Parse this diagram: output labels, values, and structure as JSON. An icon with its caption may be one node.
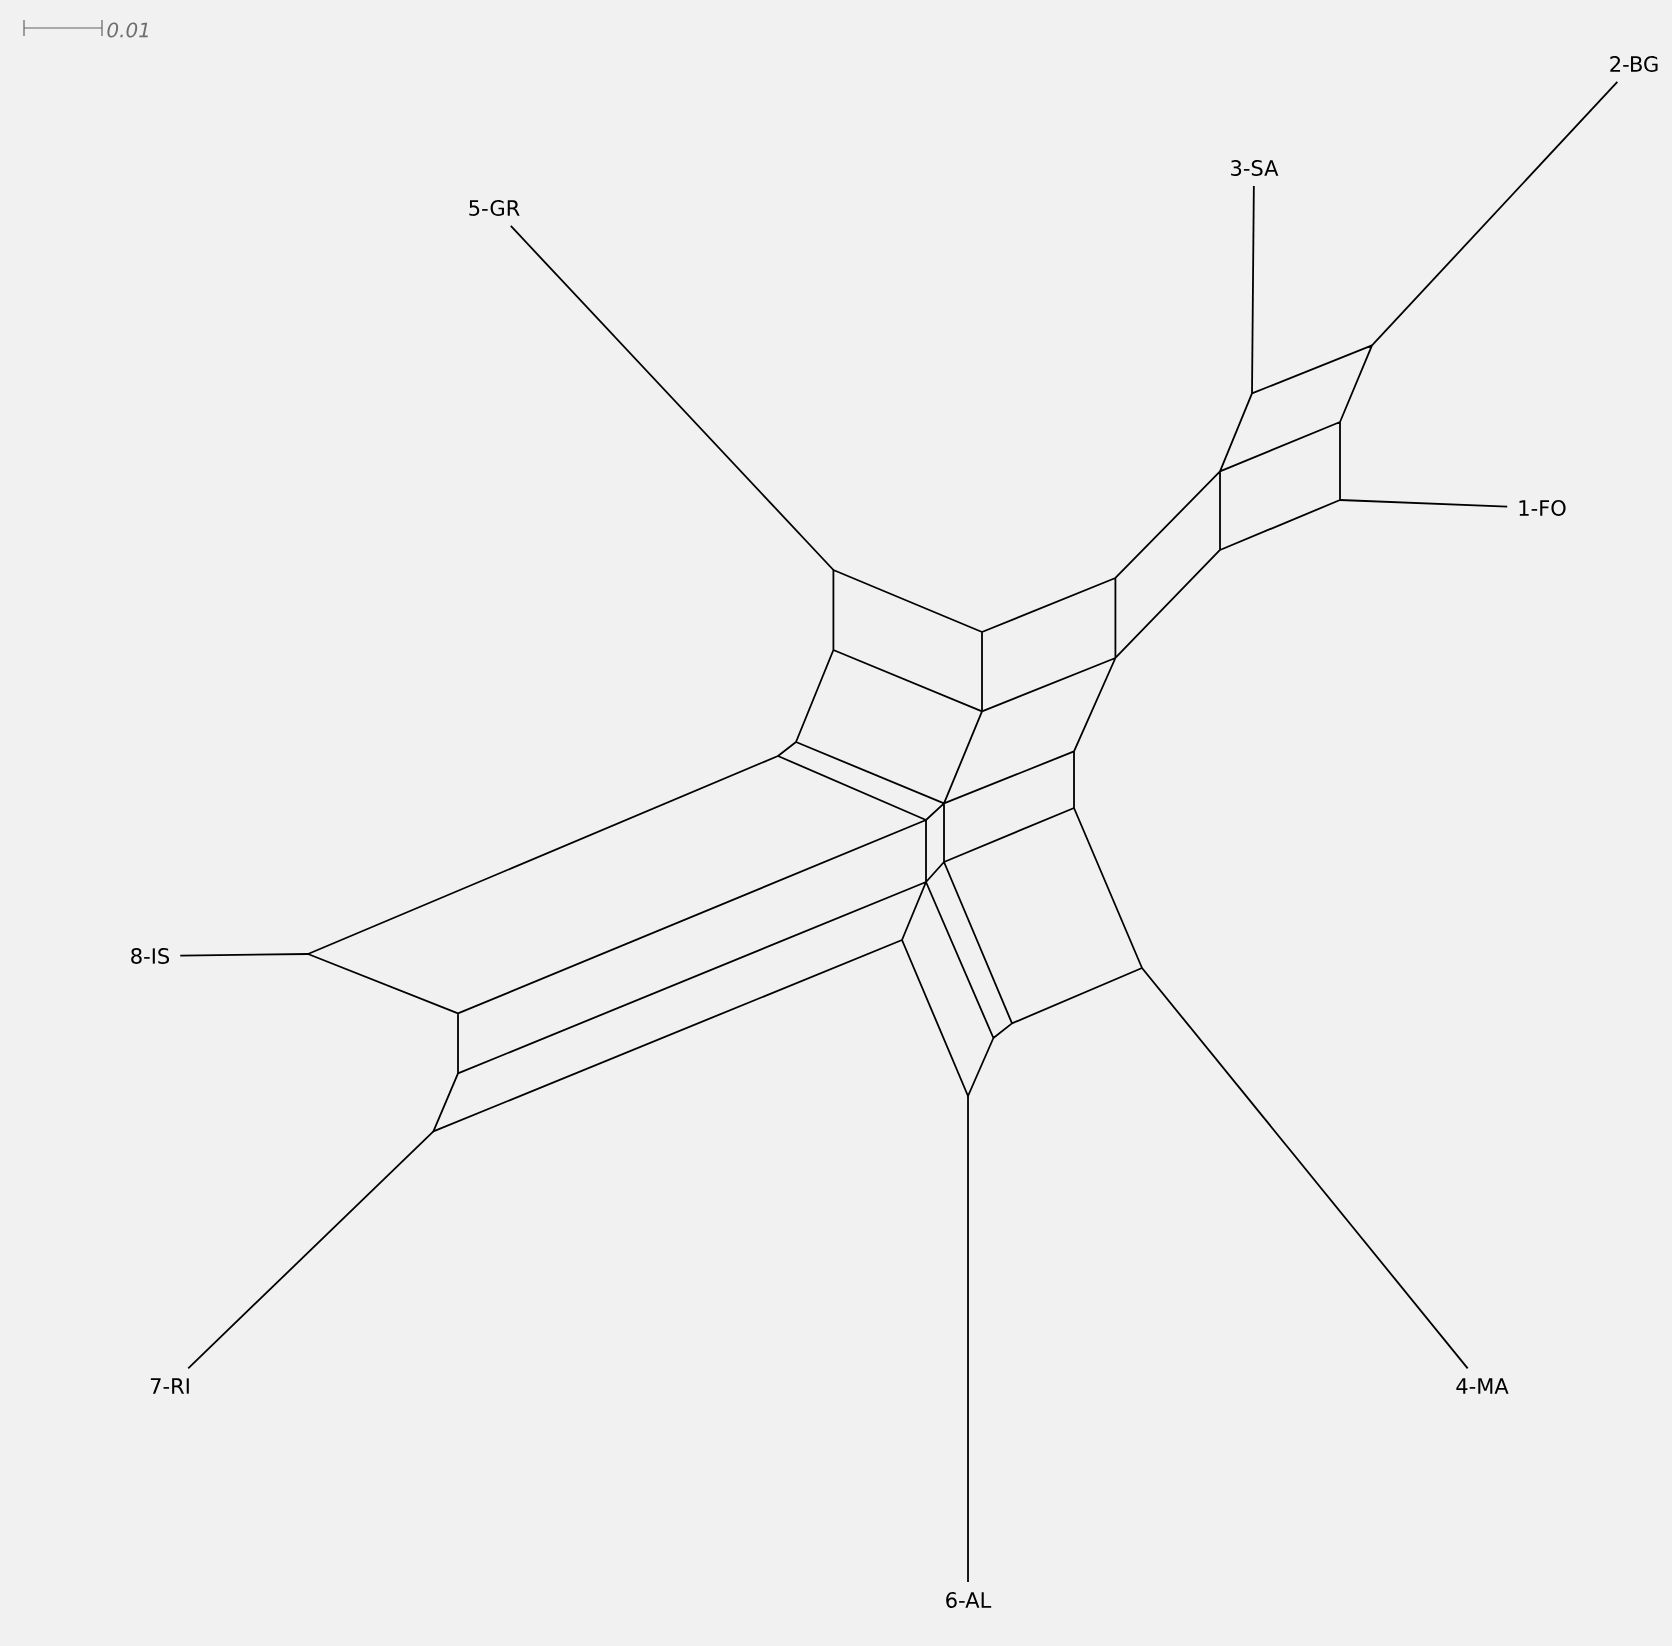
{
  "diagram": {
    "nodes": [
      {
        "text": [
          "2-BG"
        ]
      },
      {
        "text": [
          "3-SA"
        ]
      },
      {
        "text": [
          "5-GR"
        ]
      },
      {
        "text": [
          "1-FO"
        ]
      },
      {
        "text": [
          "8-IS"
        ]
      },
      {
        "text": [
          "4-MA"
        ]
      },
      {
        "text": [
          "7-RI"
        ]
      },
      {
        "text": [
          "6-AL"
        ]
      }
    ],
    "edges": [
      {
        "from": 0,
        "to": null,
        "arrow": "none"
      },
      {
        "from": 1,
        "to": null,
        "arrow": "none"
      },
      {
        "from": 2,
        "to": null,
        "arrow": "none"
      },
      {
        "from": 3,
        "to": null,
        "arrow": "none"
      },
      {
        "from": 4,
        "to": null,
        "arrow": "none"
      },
      {
        "from": 5,
        "to": null,
        "arrow": "none"
      },
      {
        "from": 6,
        "to": null,
        "arrow": "none"
      },
      {
        "from": 7,
        "to": null,
        "arrow": "none"
      }
    ],
    "labels": [
      "0.01"
    ]
  }
}
